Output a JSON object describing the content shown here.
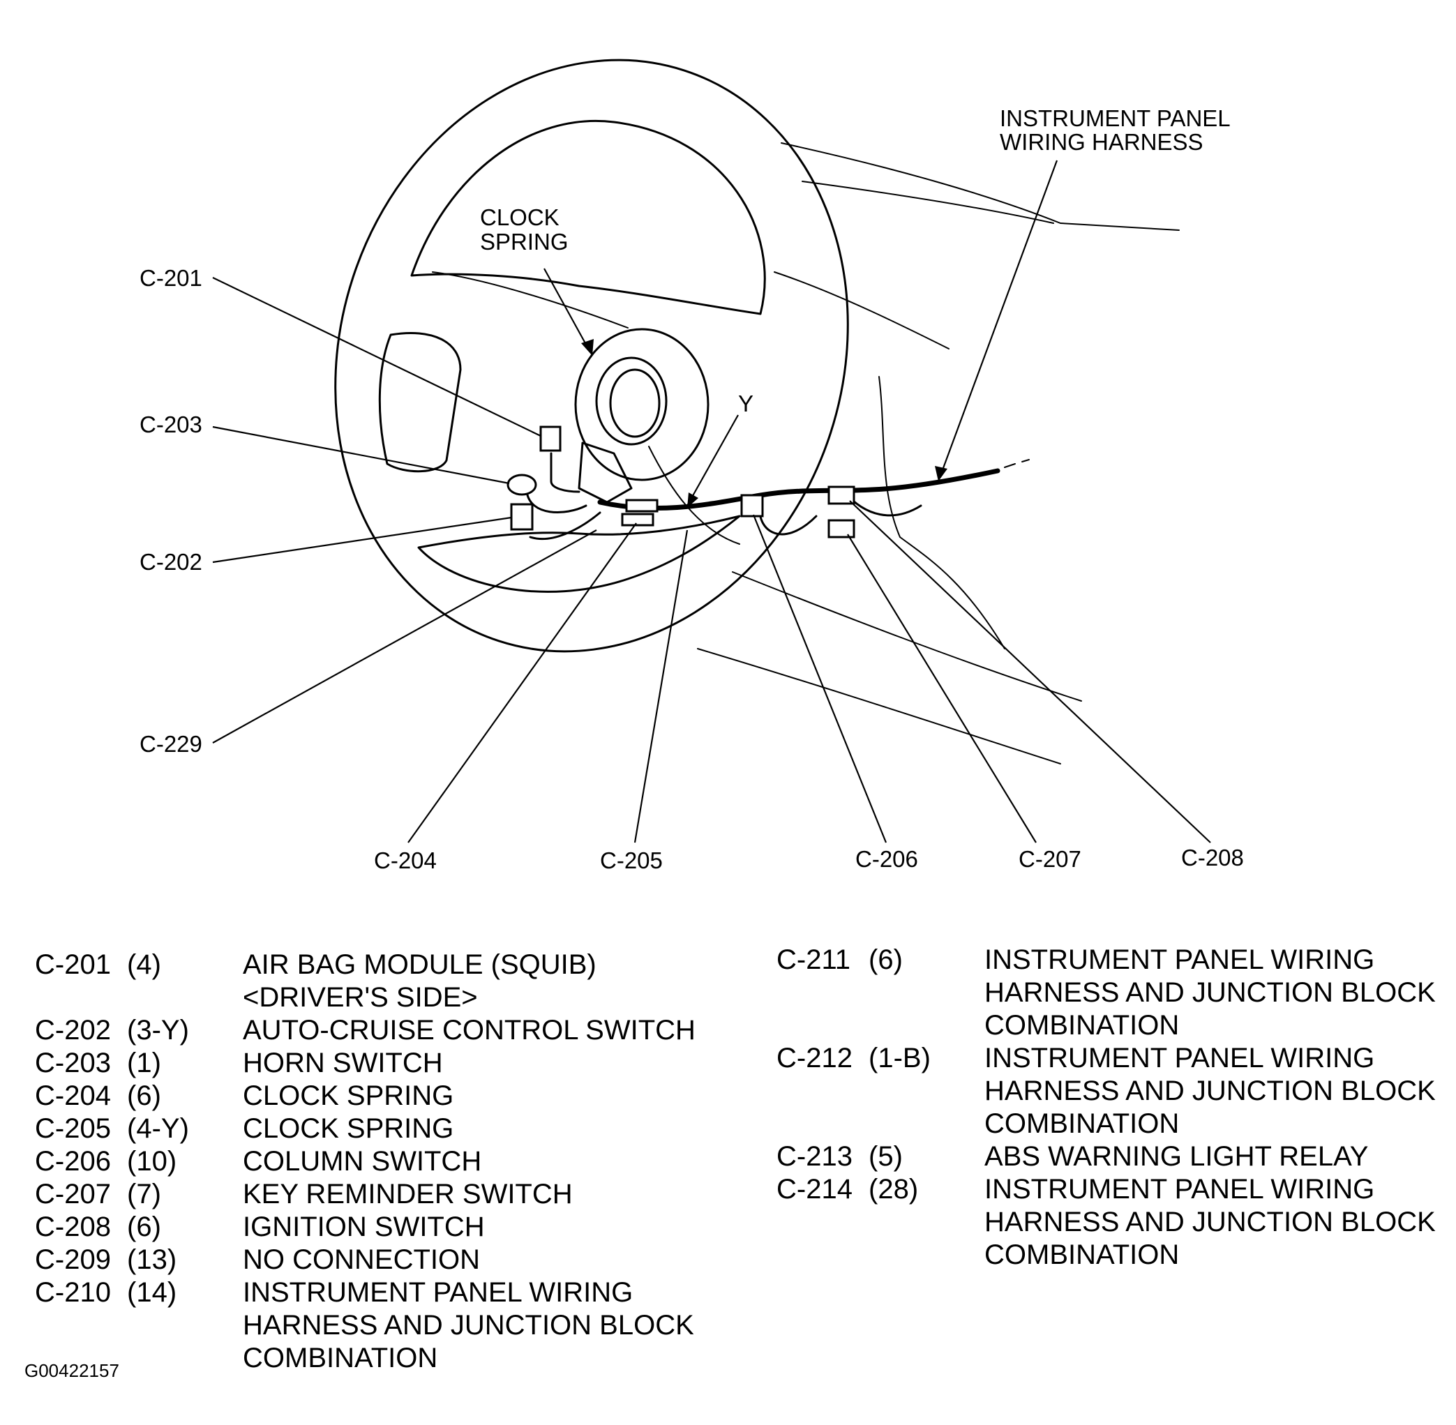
{
  "diagram": {
    "labels": {
      "clock_spring": "CLOCK\nSPRING",
      "harness": "INSTRUMENT PANEL\nWIRING HARNESS",
      "y_mark": "Y"
    },
    "callouts": [
      "C-201",
      "C-203",
      "C-202",
      "C-229",
      "C-204",
      "C-205",
      "C-206",
      "C-207",
      "C-208"
    ]
  },
  "legend": {
    "left": [
      {
        "id": "C-201",
        "pins": "(4)",
        "desc": "AIR BAG MODULE (SQUIB)\n<DRIVER'S SIDE>"
      },
      {
        "id": "C-202",
        "pins": "(3-Y)",
        "desc": "AUTO-CRUISE CONTROL SWITCH"
      },
      {
        "id": "C-203",
        "pins": "(1)",
        "desc": "HORN SWITCH"
      },
      {
        "id": "C-204",
        "pins": "(6)",
        "desc": "CLOCK SPRING"
      },
      {
        "id": "C-205",
        "pins": "(4-Y)",
        "desc": "CLOCK SPRING"
      },
      {
        "id": "C-206",
        "pins": "(10)",
        "desc": "COLUMN SWITCH"
      },
      {
        "id": "C-207",
        "pins": "(7)",
        "desc": "KEY REMINDER SWITCH"
      },
      {
        "id": "C-208",
        "pins": "(6)",
        "desc": "IGNITION SWITCH"
      },
      {
        "id": "C-209",
        "pins": "(13)",
        "desc": "NO CONNECTION"
      },
      {
        "id": "C-210",
        "pins": "(14)",
        "desc": "INSTRUMENT PANEL WIRING\nHARNESS AND JUNCTION BLOCK\nCOMBINATION"
      }
    ],
    "right": [
      {
        "id": "C-211",
        "pins": "(6)",
        "desc": "INSTRUMENT PANEL WIRING\nHARNESS AND JUNCTION BLOCK\nCOMBINATION"
      },
      {
        "id": "C-212",
        "pins": "(1-B)",
        "desc": "INSTRUMENT PANEL WIRING\nHARNESS AND JUNCTION BLOCK\nCOMBINATION"
      },
      {
        "id": "C-213",
        "pins": "(5)",
        "desc": "ABS WARNING LIGHT RELAY"
      },
      {
        "id": "C-214",
        "pins": "(28)",
        "desc": "INSTRUMENT PANEL WIRING\nHARNESS AND JUNCTION BLOCK\nCOMBINATION"
      }
    ]
  },
  "figure_id": "G00422157"
}
